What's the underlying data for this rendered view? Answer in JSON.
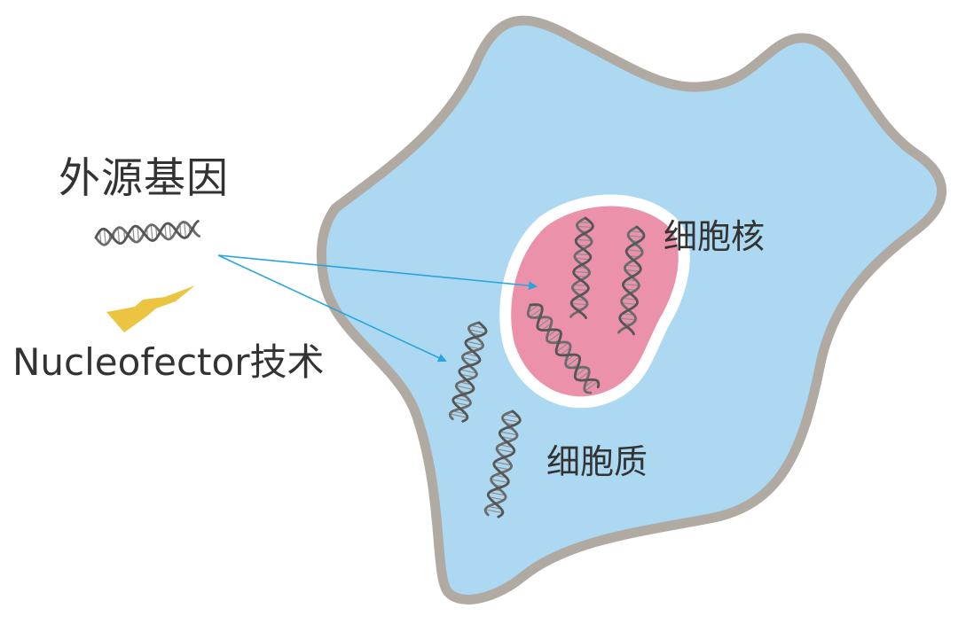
{
  "labels": {
    "exogenous_gene": "外源基因",
    "technology": "Nucleofector技术",
    "nucleus": "细胞核",
    "cytoplasm": "细胞质"
  },
  "colors": {
    "cytoplasm_fill": "#acd9f1",
    "membrane": "#b1aaa2",
    "nucleus_fill": "#ec91aa",
    "nucleus_border": "#ffffff",
    "arrow": "#2aa4dd",
    "lightning": "#ebc541",
    "dna": "#6b6b6b",
    "text": "#333333"
  },
  "icons": [
    "dna-helix-icon",
    "lightning-icon",
    "arrow-icon"
  ]
}
